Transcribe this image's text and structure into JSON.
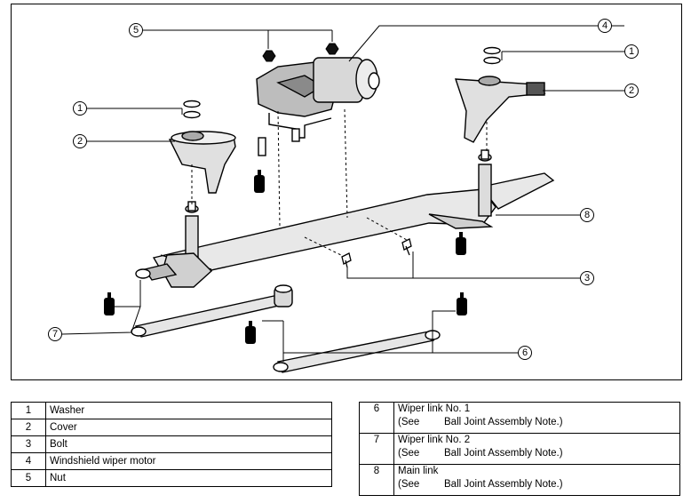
{
  "callouts": [
    "1",
    "2",
    "3",
    "4",
    "5",
    "6",
    "7",
    "8"
  ],
  "legend_left": [
    {
      "num": "1",
      "name": "Washer"
    },
    {
      "num": "2",
      "name": "Cover"
    },
    {
      "num": "3",
      "name": "Bolt"
    },
    {
      "num": "4",
      "name": "Windshield wiper motor"
    },
    {
      "num": "5",
      "name": "Nut"
    }
  ],
  "legend_right": [
    {
      "num": "6",
      "name": "Wiper link No. 1",
      "see": "(See",
      "note": "Ball Joint Assembly Note.)"
    },
    {
      "num": "7",
      "name": "Wiper link No. 2",
      "see": "(See",
      "note": "Ball Joint Assembly Note.)"
    },
    {
      "num": "8",
      "name": "Main link",
      "see": "(See",
      "note": "Ball Joint Assembly Note.)"
    }
  ]
}
